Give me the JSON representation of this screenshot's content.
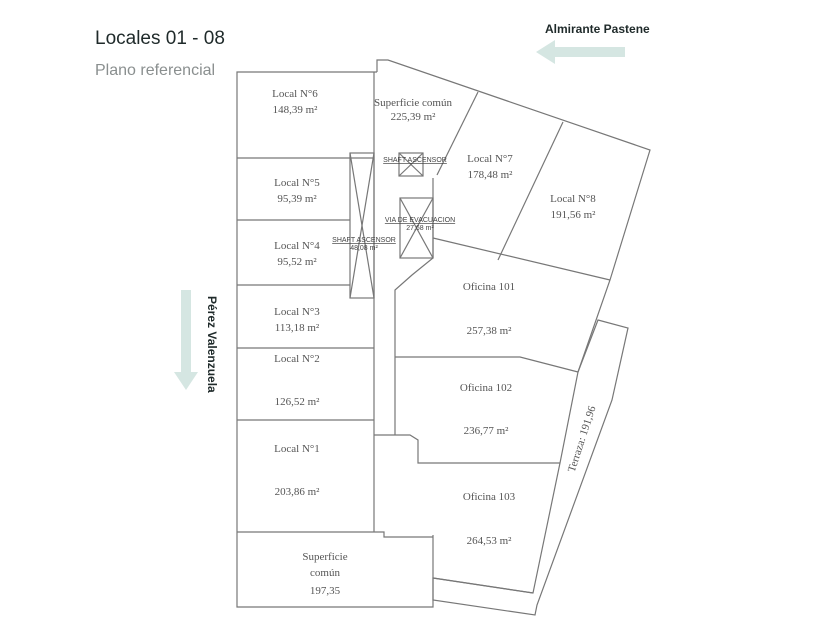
{
  "header": {
    "title": "Locales 01 - 08",
    "subtitle": "Plano referencial"
  },
  "streets": {
    "top": "Almirante Pastene",
    "left": "Pérez Valenzuela"
  },
  "colors": {
    "arrow": "#d5e6e2",
    "terrace": "#dfe3d3",
    "wall": "#777777",
    "text": "#555555"
  },
  "rooms": {
    "local6": {
      "name": "Local N°6",
      "area": "148,39 m²"
    },
    "comun_top": {
      "name": "Superficie común",
      "area": "225,39 m²"
    },
    "local7": {
      "name": "Local N°7",
      "area": "178,48 m²"
    },
    "local8": {
      "name": "Local N°8",
      "area": "191,56 m²"
    },
    "local5": {
      "name": "Local N°5",
      "area": "95,39 m²"
    },
    "local4": {
      "name": "Local N°4",
      "area": "95,52 m²"
    },
    "local3": {
      "name": "Local N°3",
      "area": "113,18 m²"
    },
    "local2": {
      "name": "Local N°2",
      "area": "126,52 m²"
    },
    "local1": {
      "name": "Local N°1",
      "area": "203,86 m²"
    },
    "oficina101": {
      "name": "Oficina 101",
      "area": "257,38 m²"
    },
    "oficina102": {
      "name": "Oficina 102",
      "area": "236,77 m²"
    },
    "oficina103": {
      "name": "Oficina 103",
      "area": "264,53 m²"
    },
    "comun_bottom": {
      "name1": "Superficie",
      "name2": "común",
      "area": "197,35"
    },
    "terraza": {
      "label": "Terraza: 191,96"
    }
  },
  "annotations": {
    "shaft1": "SHAFT ASCENSOR",
    "shaft2": "SHAFT ASCENSOR",
    "via": "VIA DE EVACUACION",
    "via_area": "27,68 m²",
    "shaft2_area": "48,08 m²"
  }
}
